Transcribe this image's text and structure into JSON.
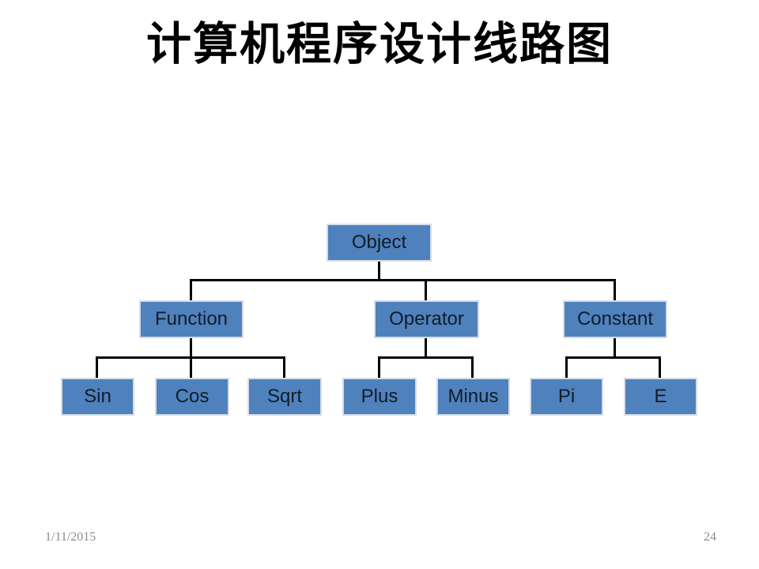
{
  "slide": {
    "title": "计算机程序设计线路图",
    "footer": {
      "date": "1/11/2015",
      "page_number": "24"
    }
  },
  "diagram": {
    "type": "tree",
    "box_fill": "#4f81bd",
    "box_border": "#d5dce6",
    "box_text_color": "#121c28",
    "line_color": "#000000",
    "nodes": {
      "object": {
        "label": "Object"
      },
      "function": {
        "label": "Function"
      },
      "operator": {
        "label": "Operator"
      },
      "constant": {
        "label": "Constant"
      },
      "sin": {
        "label": "Sin"
      },
      "cos": {
        "label": "Cos"
      },
      "sqrt": {
        "label": "Sqrt"
      },
      "plus": {
        "label": "Plus"
      },
      "minus": {
        "label": "Minus"
      },
      "pi": {
        "label": "Pi"
      },
      "e": {
        "label": "E"
      }
    },
    "hierarchy": [
      {
        "parent": "Object",
        "children": [
          "Function",
          "Operator",
          "Constant"
        ]
      },
      {
        "parent": "Function",
        "children": [
          "Sin",
          "Cos",
          "Sqrt"
        ]
      },
      {
        "parent": "Operator",
        "children": [
          "Plus",
          "Minus"
        ]
      },
      {
        "parent": "Constant",
        "children": [
          "Pi",
          "E"
        ]
      }
    ]
  }
}
